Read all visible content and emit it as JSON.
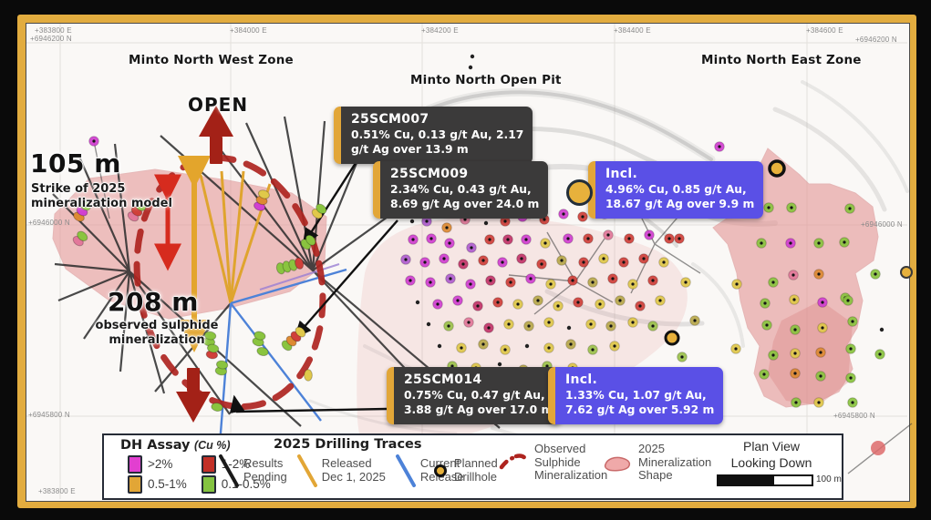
{
  "coordinates": {
    "top_e": [
      "+383800 E",
      "+384000 E",
      "+384200 E",
      "+384400 E",
      "+384600 E"
    ],
    "top_left_n": "+6946200 N",
    "top_right_n": "+6946200 N",
    "mid_left_n": "+6946000 N",
    "mid_right_n": "+6946000 N",
    "low_left_n": "+6945800 N",
    "low_right_n": "+6945800 N",
    "bottom_e": "+383800 E"
  },
  "zones": {
    "west": "Minto North West Zone",
    "pit": "Minto North Open Pit",
    "east": "Minto North East Zone"
  },
  "annotations": {
    "open": "OPEN",
    "strike_value": "105 m",
    "strike_label_1": "Strike of 2025",
    "strike_label_2": "mineralization model",
    "obs_value": "208 m",
    "obs_label_1": "observed sulphide",
    "obs_label_2": "mineralization"
  },
  "callouts": {
    "c007": {
      "title": "25SCM007",
      "lines": [
        "0.51% Cu, 0.13 g/t Au, 2.17",
        "g/t Ag over 13.9 m"
      ]
    },
    "c009": {
      "title": "25SCM009",
      "lines": [
        "2.34% Cu, 0.43 g/t Au,",
        "8.69 g/t Ag over 24.0 m"
      ]
    },
    "i009": {
      "title": "Incl.",
      "lines": [
        "4.96% Cu, 0.85 g/t Au,",
        "18.67 g/t Ag over 9.9 m"
      ]
    },
    "c014": {
      "title": "25SCM014",
      "lines": [
        "0.75% Cu, 0.47 g/t Au,",
        "3.88 g/t Ag over 17.0 m"
      ]
    },
    "i014": {
      "title": "Incl.",
      "lines": [
        "1.33% Cu, 1.07 g/t Au,",
        "7.62 g/t Ag over 5.92 m"
      ]
    }
  },
  "legend": {
    "assay": {
      "title": "DH Assay",
      "subtitle": "(Cu %)",
      "items": [
        {
          "label": ">2%",
          "color": "#E23FD0"
        },
        {
          "label": "0.5-1%",
          "color": "#E2A636"
        },
        {
          "label": "1-2%",
          "color": "#C23028"
        },
        {
          "label": "0.1-0.5%",
          "color": "#84C341"
        }
      ]
    },
    "traces": {
      "title": "2025 Drilling Traces",
      "items": [
        {
          "label": [
            "Results",
            "Pending"
          ],
          "color": "#1a1a1a"
        },
        {
          "label": [
            "Released",
            "Dec 1, 2025"
          ],
          "color": "#E2A636"
        },
        {
          "label": [
            "Current",
            "Release"
          ],
          "color": "#4d82d8"
        }
      ]
    },
    "planned": {
      "label": [
        "Planned",
        "Drillhole"
      ]
    },
    "observed": {
      "label": [
        "Observed",
        "Sulphide",
        "Mineralization"
      ]
    },
    "shape": {
      "label": [
        "2025",
        "Mineralization",
        "Shape"
      ]
    },
    "view": {
      "label": [
        "Plan View",
        "Looking Down"
      ],
      "scale": "100 m"
    }
  },
  "map_points": {
    "colors": {
      "m": "#d13fd1",
      "v": "#b05ed0",
      "r": "#d0403a",
      "c": "#c2356a",
      "p": "#e2789a",
      "y": "#e0c84a",
      "k": "#b9a94c",
      "o": "#dd8a33",
      "g": "#8ac43f",
      "g2": "#9cc24c",
      "b2": "#222222"
    },
    "pit_dots": [
      [
        452,
        243,
        "b2"
      ],
      [
        468,
        243,
        "v"
      ],
      [
        490,
        250,
        "o"
      ],
      [
        510,
        241,
        "p"
      ],
      [
        533,
        245,
        "b2"
      ],
      [
        554,
        243,
        "r"
      ],
      [
        573,
        238,
        "m"
      ],
      [
        597,
        241,
        "r"
      ],
      [
        618,
        235,
        "m"
      ],
      [
        639,
        238,
        "r"
      ],
      [
        663,
        235,
        "m"
      ],
      [
        686,
        232,
        "m"
      ],
      [
        704,
        226,
        "r"
      ],
      [
        722,
        230,
        "v"
      ],
      [
        453,
        263,
        "m"
      ],
      [
        473,
        262,
        "m"
      ],
      [
        493,
        267,
        "m"
      ],
      [
        517,
        272,
        "v"
      ],
      [
        537,
        263,
        "r"
      ],
      [
        557,
        263,
        "c"
      ],
      [
        577,
        263,
        "m"
      ],
      [
        598,
        267,
        "y"
      ],
      [
        623,
        262,
        "m"
      ],
      [
        645,
        262,
        "r"
      ],
      [
        667,
        258,
        "p"
      ],
      [
        690,
        262,
        "r"
      ],
      [
        712,
        258,
        "m"
      ],
      [
        734,
        262,
        "r"
      ],
      [
        445,
        285,
        "v"
      ],
      [
        466,
        288,
        "m"
      ],
      [
        487,
        284,
        "m"
      ],
      [
        508,
        290,
        "c"
      ],
      [
        530,
        286,
        "r"
      ],
      [
        551,
        288,
        "m"
      ],
      [
        572,
        284,
        "c"
      ],
      [
        594,
        290,
        "r"
      ],
      [
        616,
        286,
        "k"
      ],
      [
        640,
        288,
        "r"
      ],
      [
        662,
        284,
        "y"
      ],
      [
        684,
        288,
        "r"
      ],
      [
        706,
        284,
        "r"
      ],
      [
        728,
        288,
        "y"
      ],
      [
        450,
        308,
        "m"
      ],
      [
        472,
        310,
        "m"
      ],
      [
        494,
        306,
        "v"
      ],
      [
        516,
        312,
        "m"
      ],
      [
        538,
        308,
        "c"
      ],
      [
        560,
        310,
        "r"
      ],
      [
        582,
        306,
        "m"
      ],
      [
        604,
        312,
        "y"
      ],
      [
        628,
        308,
        "r"
      ],
      [
        650,
        310,
        "k"
      ],
      [
        672,
        306,
        "r"
      ],
      [
        694,
        312,
        "y"
      ],
      [
        716,
        308,
        "r"
      ],
      [
        458,
        332,
        "b2"
      ],
      [
        480,
        334,
        "m"
      ],
      [
        502,
        330,
        "m"
      ],
      [
        524,
        336,
        "c"
      ],
      [
        546,
        332,
        "r"
      ],
      [
        568,
        334,
        "y"
      ],
      [
        590,
        330,
        "k"
      ],
      [
        612,
        336,
        "y"
      ],
      [
        634,
        332,
        "r"
      ],
      [
        658,
        334,
        "y"
      ],
      [
        680,
        330,
        "k"
      ],
      [
        702,
        336,
        "r"
      ],
      [
        724,
        330,
        "y"
      ],
      [
        470,
        356,
        "b2"
      ],
      [
        492,
        358,
        "g2"
      ],
      [
        514,
        354,
        "p"
      ],
      [
        536,
        360,
        "c"
      ],
      [
        558,
        356,
        "y"
      ],
      [
        580,
        358,
        "k"
      ],
      [
        602,
        354,
        "y"
      ],
      [
        624,
        360,
        "b2"
      ],
      [
        648,
        356,
        "y"
      ],
      [
        670,
        358,
        "k"
      ],
      [
        694,
        354,
        "y"
      ],
      [
        716,
        358,
        "g2"
      ],
      [
        482,
        380,
        "b2"
      ],
      [
        506,
        382,
        "y"
      ],
      [
        530,
        378,
        "k"
      ],
      [
        554,
        384,
        "y"
      ],
      [
        578,
        380,
        "b2"
      ],
      [
        602,
        382,
        "y"
      ],
      [
        626,
        378,
        "k"
      ],
      [
        650,
        384,
        "g2"
      ],
      [
        674,
        380,
        "y"
      ],
      [
        496,
        402,
        "g2"
      ],
      [
        522,
        404,
        "y"
      ],
      [
        548,
        400,
        "b2"
      ],
      [
        574,
        406,
        "k"
      ],
      [
        600,
        402,
        "g2"
      ],
      [
        628,
        404,
        "y"
      ],
      [
        745,
        262,
        "r"
      ],
      [
        758,
        228,
        "r"
      ],
      [
        789,
        161,
        "m"
      ],
      [
        752,
        310,
        "y"
      ],
      [
        762,
        352,
        "k"
      ],
      [
        748,
        392,
        "g2"
      ],
      [
        518,
        62,
        "b2"
      ],
      [
        516,
        74,
        "b2"
      ],
      [
        103,
        155,
        "m"
      ]
    ],
    "east_dots": [
      [
        802,
        228,
        "m"
      ],
      [
        843,
        228,
        "g"
      ],
      [
        868,
        228,
        "g"
      ],
      [
        932,
        229,
        "g"
      ],
      [
        835,
        267,
        "g"
      ],
      [
        867,
        267,
        "m"
      ],
      [
        898,
        267,
        "g"
      ],
      [
        926,
        266,
        "g"
      ],
      [
        960,
        301,
        "g"
      ],
      [
        808,
        312,
        "y"
      ],
      [
        848,
        310,
        "g"
      ],
      [
        870,
        302,
        "p"
      ],
      [
        898,
        301,
        "o"
      ],
      [
        927,
        327,
        "g"
      ],
      [
        839,
        333,
        "g"
      ],
      [
        871,
        329,
        "y"
      ],
      [
        902,
        332,
        "m"
      ],
      [
        930,
        330,
        "g"
      ],
      [
        841,
        357,
        "g"
      ],
      [
        872,
        362,
        "g"
      ],
      [
        902,
        360,
        "y"
      ],
      [
        935,
        353,
        "g"
      ],
      [
        967,
        362,
        "b2"
      ],
      [
        848,
        390,
        "g"
      ],
      [
        872,
        388,
        "y"
      ],
      [
        900,
        387,
        "o"
      ],
      [
        933,
        383,
        "g"
      ],
      [
        965,
        389,
        "g"
      ],
      [
        838,
        411,
        "g"
      ],
      [
        872,
        410,
        "o"
      ],
      [
        900,
        413,
        "g"
      ],
      [
        933,
        415,
        "g"
      ],
      [
        873,
        442,
        "g"
      ],
      [
        898,
        442,
        "y"
      ],
      [
        935,
        442,
        "g"
      ],
      [
        807,
        383,
        "y"
      ]
    ],
    "beads": [
      [
        90,
        232,
        -60,
        [
          "o",
          "m",
          "g"
        ]
      ],
      [
        150,
        232,
        -55,
        [
          "p",
          "r",
          "g"
        ]
      ],
      [
        287,
        220,
        -70,
        [
          "m",
          "o",
          "y"
        ]
      ],
      [
        88,
        262,
        -50,
        [
          "p",
          "g"
        ]
      ],
      [
        350,
        232,
        -50,
        [
          "y",
          "g"
        ]
      ],
      [
        318,
        292,
        -15,
        [
          "g",
          "g",
          "g",
          "r"
        ]
      ],
      [
        338,
        266,
        -40,
        [
          "g",
          "g"
        ]
      ],
      [
        230,
        372,
        -80,
        [
          "g",
          "g"
        ]
      ],
      [
        233,
        386,
        -80,
        [
          "r",
          "g"
        ]
      ],
      [
        284,
        372,
        -75,
        [
          "g",
          "g"
        ]
      ],
      [
        288,
        386,
        -75,
        [
          "g"
        ]
      ],
      [
        322,
        372,
        -45,
        [
          "g",
          "o",
          "r",
          "y"
        ]
      ],
      [
        338,
        412,
        0,
        [
          "y"
        ]
      ],
      [
        243,
        404,
        -80,
        [
          "g",
          "g"
        ]
      ],
      [
        238,
        447,
        -80,
        [
          "g"
        ]
      ]
    ]
  }
}
